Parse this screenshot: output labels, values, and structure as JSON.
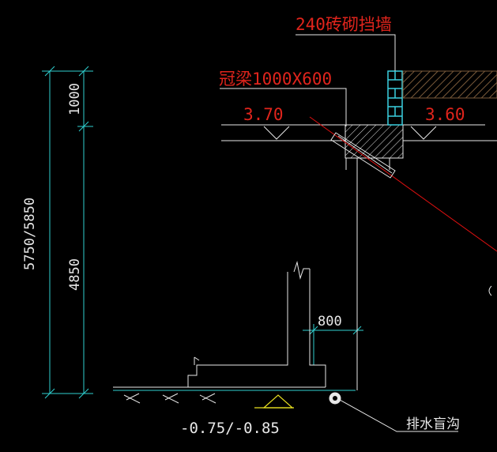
{
  "labels": {
    "retaining_wall": "240砖砌挡墙",
    "crown_beam": "冠梁1000X600",
    "elev_left": "3.70",
    "elev_right": "3.60",
    "dim_total": "5750/5850",
    "dim_top": "1000",
    "dim_bottom": "4850",
    "dim_offset": "800",
    "elev_bottom": "-0.75/-0.85",
    "drain": "排水盲沟"
  },
  "colors": {
    "background": "#000000",
    "line_white": "#e8e8e8",
    "dimension_cyan": "#2fd0d0",
    "text_red": "#e0241c",
    "brick_cyan": "#3ad0e0",
    "brick_hatch": "#7a5a3a",
    "anchor_red": "#e01010",
    "pad_yellow": "#e8e020"
  }
}
